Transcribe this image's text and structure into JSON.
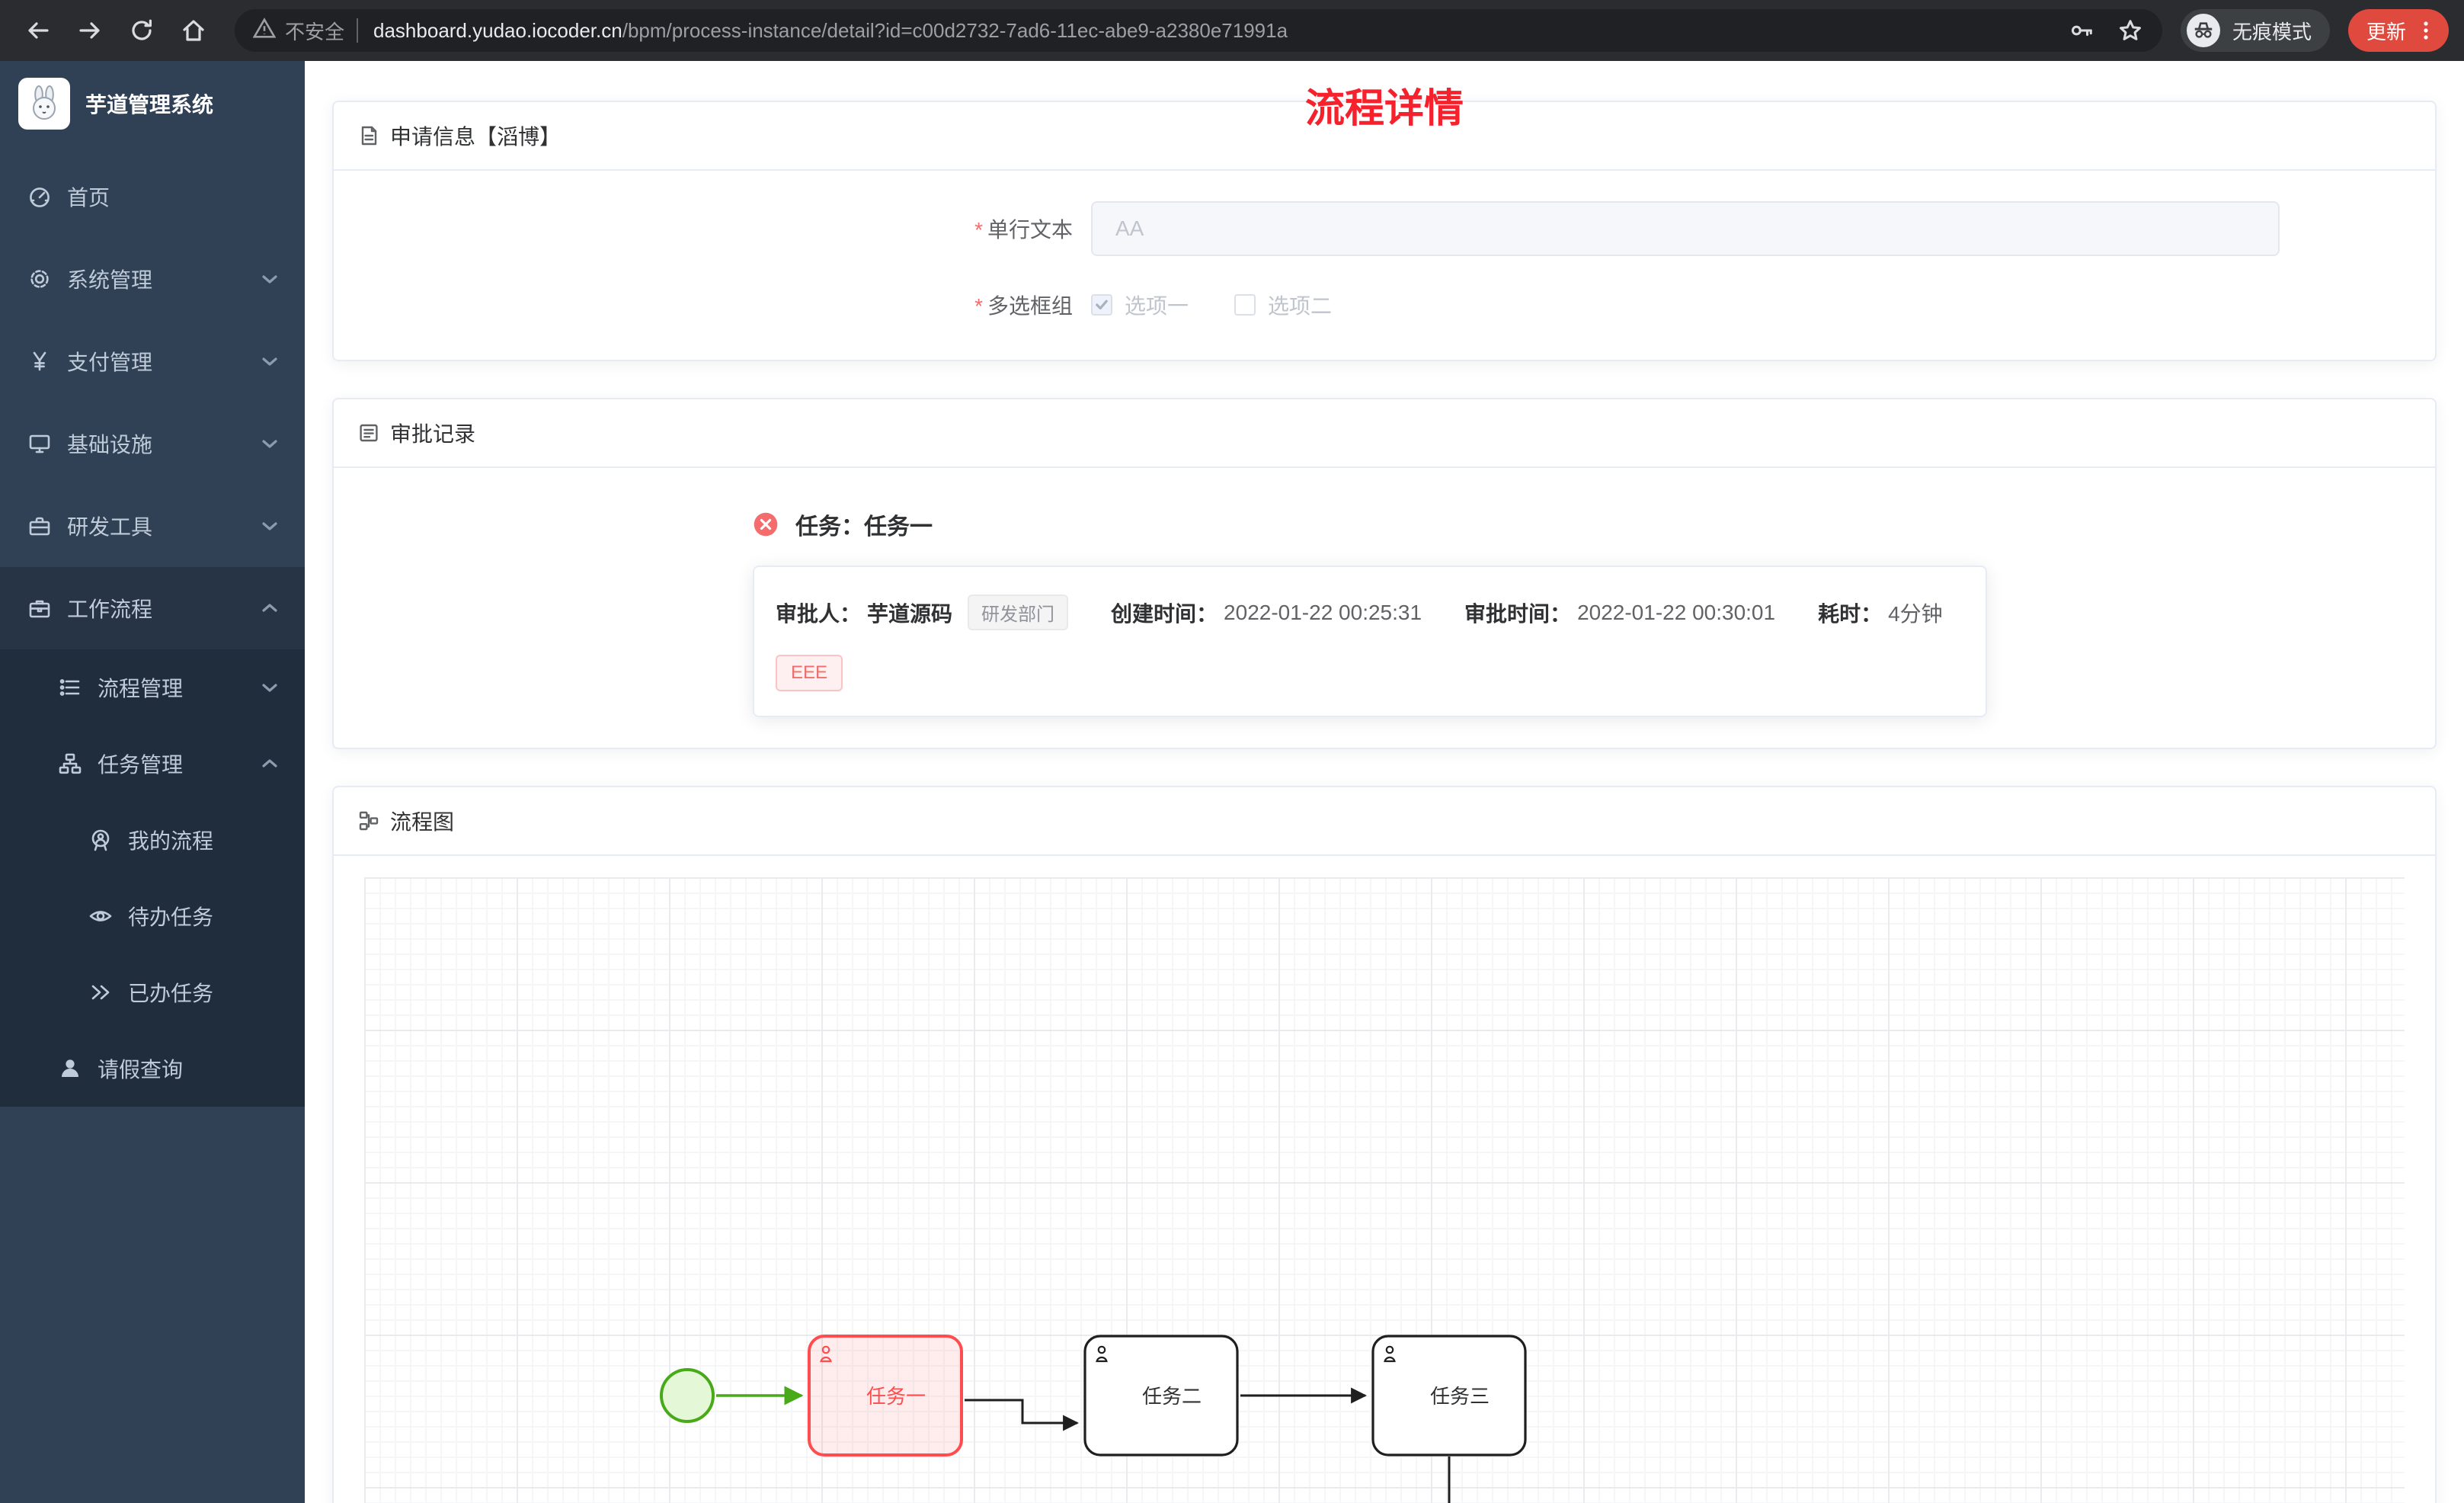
{
  "browser": {
    "security_label": "不安全",
    "url_domain": "dashboard.yudao.iocoder.cn",
    "url_path": "/bpm/process-instance/detail?id=c00d2732-7ad6-11ec-abe9-a2380e71991a",
    "incognito_label": "无痕模式",
    "update_label": "更新"
  },
  "sidebar": {
    "app_title": "芋道管理系统",
    "items": [
      {
        "label": "首页",
        "icon": "dashboard-icon"
      },
      {
        "label": "系统管理",
        "icon": "gear-icon",
        "expanded": false
      },
      {
        "label": "支付管理",
        "icon": "yen-icon",
        "expanded": false
      },
      {
        "label": "基础设施",
        "icon": "monitor-icon",
        "expanded": false
      },
      {
        "label": "研发工具",
        "icon": "toolbox-icon",
        "expanded": false
      },
      {
        "label": "工作流程",
        "icon": "briefcase-icon",
        "expanded": true
      },
      {
        "label": "流程管理",
        "icon": "list-icon",
        "expanded": false
      },
      {
        "label": "任务管理",
        "icon": "tree-icon",
        "expanded": true
      },
      {
        "label": "我的流程",
        "icon": "badge-icon"
      },
      {
        "label": "待办任务",
        "icon": "eye-icon"
      },
      {
        "label": "已办任务",
        "icon": "double-arrow-icon"
      },
      {
        "label": "请假查询",
        "icon": "user-icon"
      }
    ]
  },
  "page": {
    "title": "流程详情"
  },
  "apply_card": {
    "header": "申请信息【滔博】",
    "text_field": {
      "label": "单行文本",
      "required": true,
      "placeholder": "AA",
      "value": ""
    },
    "checkbox_field": {
      "label": "多选框组",
      "required": true,
      "options": [
        {
          "label": "选项一",
          "checked": true,
          "disabled": true
        },
        {
          "label": "选项二",
          "checked": false,
          "disabled": true
        }
      ]
    }
  },
  "approval_card": {
    "header": "审批记录",
    "task_title": "任务：任务一",
    "approver_label": "审批人：",
    "approver_name": "芋道源码",
    "approver_dept": "研发部门",
    "created_label": "创建时间：",
    "created_time": "2022-01-22 00:25:31",
    "approved_label": "审批时间：",
    "approved_time": "2022-01-22 00:30:01",
    "duration_label": "耗时：",
    "duration_value": "4分钟",
    "comment": "EEE"
  },
  "diagram_card": {
    "header": "流程图",
    "tasks": [
      "任务一",
      "任务二",
      "任务三"
    ],
    "current_task": "任务一"
  },
  "colors": {
    "page_title_red": "#f5222d",
    "sidebar_bg": "#304156",
    "submenu_bg": "#1f2d3d",
    "highlight_task_red": "#ff4d4f",
    "start_event_green": "#49aa19",
    "update_pill_red": "#e0493e"
  }
}
